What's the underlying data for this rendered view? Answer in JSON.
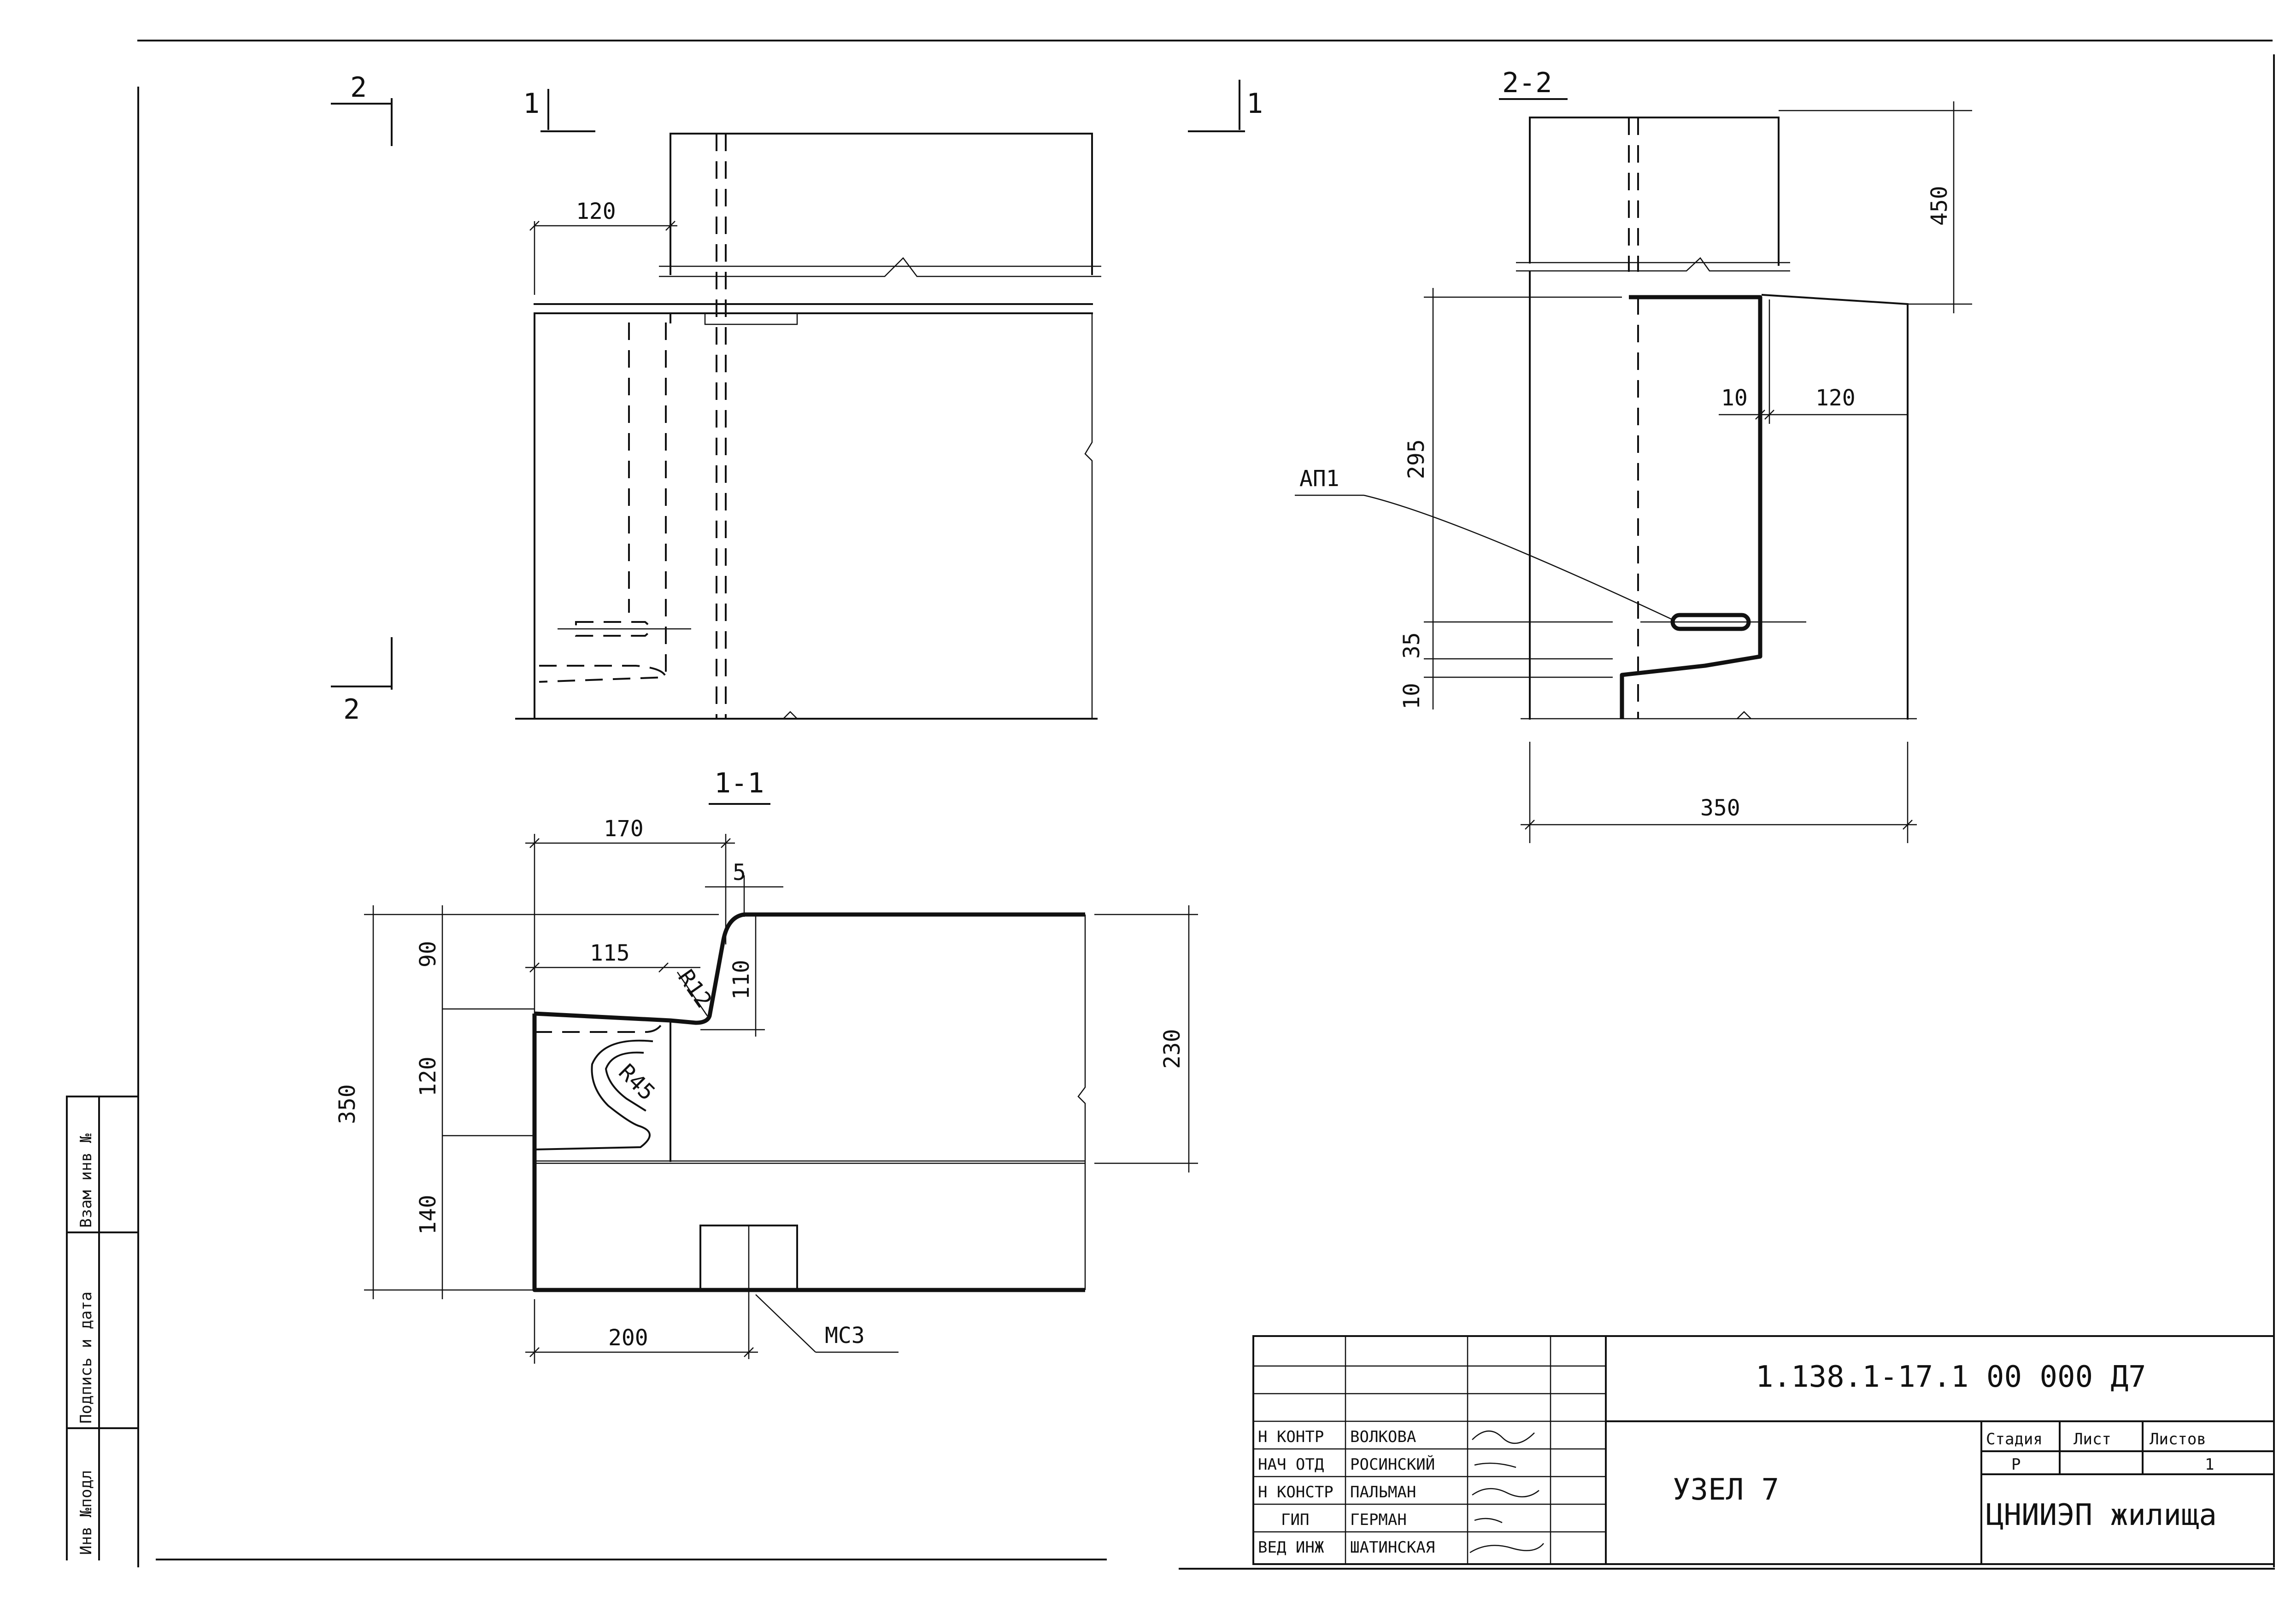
{
  "views": {
    "top_section_mark_left": "2",
    "bottom_section_mark_left": "2",
    "section_mark_1_left": "1",
    "section_mark_1_right": "1",
    "plan": {
      "dim_120": "120"
    },
    "section_1_1": {
      "title": "1-1",
      "dims": {
        "d170": "170",
        "d5": "5",
        "d115": "115",
        "r12": "R12",
        "d110": "110",
        "d90": "90",
        "d120": "120",
        "d140": "140",
        "d350": "350",
        "r45": "R45",
        "d230": "230",
        "d200": "200"
      },
      "callout_mc3": "МС3"
    },
    "section_2_2": {
      "title": "2-2",
      "dims": {
        "d450": "450",
        "d295": "295",
        "d10a": "10",
        "d120": "120",
        "d35": "35",
        "d10b": "10",
        "d350": "350"
      },
      "callout_ap1": "АП1"
    }
  },
  "side_stamp": {
    "inv_podl": "Инв №подл",
    "signature_date": "Подпись и дата",
    "vzam_inv": "Взам инв №"
  },
  "title_block": {
    "doc_code": "1.138.1-17.1  00 000 Д7",
    "title": "УЗЕЛ 7",
    "rows": [
      {
        "role": "Н КОНТР",
        "name": "ВОЛКОВА"
      },
      {
        "role": "НАЧ ОТД",
        "name": "РОСИНСКИЙ"
      },
      {
        "role": "Н КОНСТР",
        "name": "ПАЛЬМАН"
      },
      {
        "role": "ГИП",
        "name": "ГЕРМАН"
      },
      {
        "role": "ВЕД ИНЖ",
        "name": "ШАТИНСКАЯ"
      }
    ],
    "stage_label": "Стадия",
    "sheet_label": "Лист",
    "sheets_label": "Листов",
    "stage_value": "Р",
    "sheets_value": "1",
    "organization": "ЦНИИЭП жилища"
  }
}
